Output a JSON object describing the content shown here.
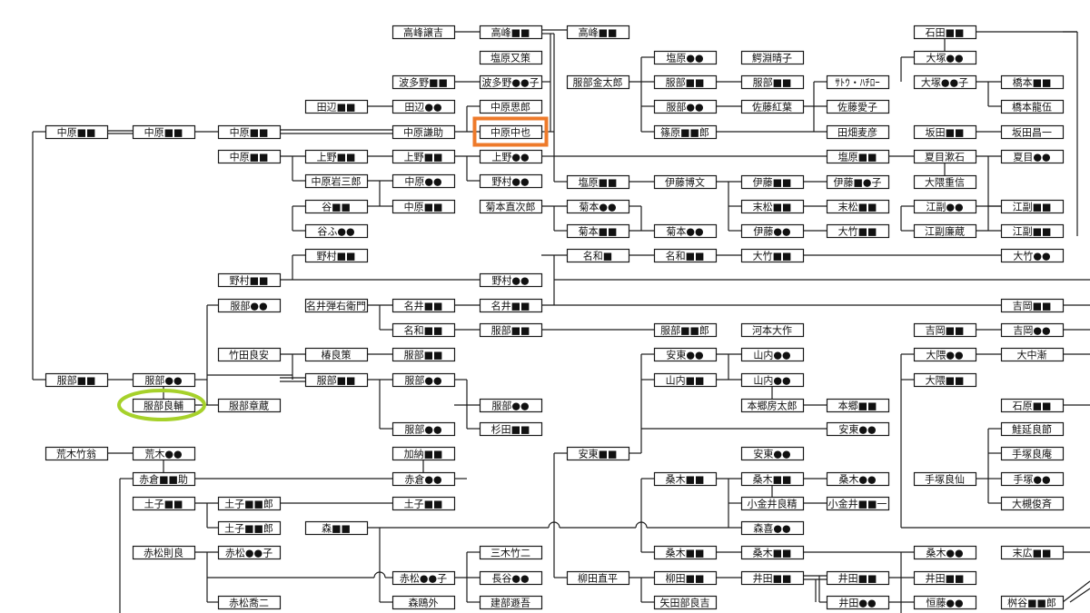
{
  "diagram": {
    "highlight_colors": {
      "orange": "#ee7a2a",
      "green": "#a6d12a"
    },
    "nodes": [
      {
        "id": "n1",
        "text": "高峰譲吉"
      },
      {
        "id": "n2",
        "text": "高峰■■"
      },
      {
        "id": "n3",
        "text": "高峰■■"
      },
      {
        "id": "n4",
        "text": "塩原又策"
      },
      {
        "id": "n5",
        "text": "波多野■■"
      },
      {
        "id": "n6",
        "text": "波多野●●子"
      },
      {
        "id": "n7",
        "text": "田辺■■"
      },
      {
        "id": "n8",
        "text": "田辺●●"
      },
      {
        "id": "n9",
        "text": "中原思郎"
      },
      {
        "id": "n10",
        "text": "中原■■"
      },
      {
        "id": "n11",
        "text": "中原■■"
      },
      {
        "id": "n12",
        "text": "中原■■"
      },
      {
        "id": "n13",
        "text": "中原謙助"
      },
      {
        "id": "n14",
        "text": "中原中也"
      },
      {
        "id": "n15",
        "text": "中原■■"
      },
      {
        "id": "n16",
        "text": "上野■■"
      },
      {
        "id": "n17",
        "text": "上野■■"
      },
      {
        "id": "n18",
        "text": "上野●●"
      },
      {
        "id": "n19",
        "text": "中原岩三郎"
      },
      {
        "id": "n20",
        "text": "中原●●"
      },
      {
        "id": "n21",
        "text": "野村●●"
      },
      {
        "id": "n22",
        "text": "谷■■"
      },
      {
        "id": "n23",
        "text": "中原■■"
      },
      {
        "id": "n24",
        "text": "菊本直次郎"
      },
      {
        "id": "n25",
        "text": "谷ふ●●"
      },
      {
        "id": "n26",
        "text": "野村■■"
      },
      {
        "id": "n27",
        "text": "野村■■"
      },
      {
        "id": "n28",
        "text": "野村●●"
      },
      {
        "id": "n29",
        "text": "服部●●"
      },
      {
        "id": "n30",
        "text": "名井弾右衛門"
      },
      {
        "id": "n31",
        "text": "名井■■"
      },
      {
        "id": "n32",
        "text": "名井■■"
      },
      {
        "id": "n33",
        "text": "名和■■"
      },
      {
        "id": "n34",
        "text": "服部■■"
      },
      {
        "id": "n35",
        "text": "竹田良安"
      },
      {
        "id": "n36",
        "text": "椿良策"
      },
      {
        "id": "n37",
        "text": "服部■■"
      },
      {
        "id": "n38",
        "text": "服部■■"
      },
      {
        "id": "n39",
        "text": "服部●●"
      },
      {
        "id": "n40",
        "text": "服部■■"
      },
      {
        "id": "n41",
        "text": "服部●●"
      },
      {
        "id": "n42",
        "text": "服部良輔"
      },
      {
        "id": "n43",
        "text": "服部章蔵"
      },
      {
        "id": "n44",
        "text": "服部●●"
      },
      {
        "id": "n45",
        "text": "服部●●"
      },
      {
        "id": "n46",
        "text": "杉田■■"
      },
      {
        "id": "n47",
        "text": "荒木竹翁"
      },
      {
        "id": "n48",
        "text": "荒木●●"
      },
      {
        "id": "n49",
        "text": "加納■■"
      },
      {
        "id": "n50",
        "text": "赤倉■■助"
      },
      {
        "id": "n51",
        "text": "赤倉●●"
      },
      {
        "id": "n52",
        "text": "土子■■"
      },
      {
        "id": "n53",
        "text": "土子■■郎"
      },
      {
        "id": "n54",
        "text": "土子■■"
      },
      {
        "id": "n55",
        "text": "土子■■郎"
      },
      {
        "id": "n56",
        "text": "森■■"
      },
      {
        "id": "n57",
        "text": "赤松則良"
      },
      {
        "id": "n58",
        "text": "赤松●●子"
      },
      {
        "id": "n59",
        "text": "三木竹二"
      },
      {
        "id": "n60",
        "text": "赤松●●子"
      },
      {
        "id": "n61",
        "text": "長谷●●"
      },
      {
        "id": "n62",
        "text": "赤松喬二"
      },
      {
        "id": "n63",
        "text": "森鴎外"
      },
      {
        "id": "n64",
        "text": "建部遯吾"
      },
      {
        "id": "n65",
        "text": "塩原●●"
      },
      {
        "id": "n66",
        "text": "鰐淵晴子"
      },
      {
        "id": "n67",
        "text": "服部金太郎"
      },
      {
        "id": "n68",
        "text": "服部■■"
      },
      {
        "id": "n69",
        "text": "服部■■"
      },
      {
        "id": "n70",
        "text": "ｻﾄｳ・ﾊﾁﾛｰ"
      },
      {
        "id": "n71",
        "text": "服部●●"
      },
      {
        "id": "n72",
        "text": "佐藤紅葉"
      },
      {
        "id": "n73",
        "text": "佐藤愛子"
      },
      {
        "id": "n74",
        "text": "篠原■■郎"
      },
      {
        "id": "n75",
        "text": "田畑麦彦"
      },
      {
        "id": "n76",
        "text": "塩原■■"
      },
      {
        "id": "n77",
        "text": "塩原■■"
      },
      {
        "id": "n78",
        "text": "伊藤博文"
      },
      {
        "id": "n79",
        "text": "伊藤■■"
      },
      {
        "id": "n80",
        "text": "伊藤■●子"
      },
      {
        "id": "n81",
        "text": "菊本●●"
      },
      {
        "id": "n82",
        "text": "末松■■"
      },
      {
        "id": "n83",
        "text": "末松■■"
      },
      {
        "id": "n84",
        "text": "菊本■■"
      },
      {
        "id": "n85",
        "text": "菊本●●"
      },
      {
        "id": "n86",
        "text": "伊藤●●"
      },
      {
        "id": "n87",
        "text": "大竹■■"
      },
      {
        "id": "n88",
        "text": "名和■"
      },
      {
        "id": "n89",
        "text": "名和■■"
      },
      {
        "id": "n90",
        "text": "大竹■■"
      },
      {
        "id": "n91",
        "text": "服部■■郎"
      },
      {
        "id": "n92",
        "text": "河本大作"
      },
      {
        "id": "n93",
        "text": "安東●●"
      },
      {
        "id": "n94",
        "text": "山内●●"
      },
      {
        "id": "n95",
        "text": "山内■■"
      },
      {
        "id": "n96",
        "text": "山内●●"
      },
      {
        "id": "n97",
        "text": "本郷房太郎"
      },
      {
        "id": "n98",
        "text": "本郷■■"
      },
      {
        "id": "n99",
        "text": "安東●●"
      },
      {
        "id": "n100",
        "text": "安東■■"
      },
      {
        "id": "n101",
        "text": "安東●●"
      },
      {
        "id": "n102",
        "text": "桑木■■"
      },
      {
        "id": "n103",
        "text": "桑木■■"
      },
      {
        "id": "n104",
        "text": "桑木●●"
      },
      {
        "id": "n105",
        "text": "小金井良精"
      },
      {
        "id": "n106",
        "text": "小金井■■一"
      },
      {
        "id": "n107",
        "text": "森喜●●"
      },
      {
        "id": "n108",
        "text": "桑木■■"
      },
      {
        "id": "n109",
        "text": "桑木■■"
      },
      {
        "id": "n110",
        "text": "桑木●●"
      },
      {
        "id": "n111",
        "text": "柳田直平"
      },
      {
        "id": "n112",
        "text": "柳田■■"
      },
      {
        "id": "n113",
        "text": "井田■■"
      },
      {
        "id": "n114",
        "text": "井田■■"
      },
      {
        "id": "n115",
        "text": "井田■■"
      },
      {
        "id": "n116",
        "text": "矢田部良吉"
      },
      {
        "id": "n117",
        "text": "井田●●"
      },
      {
        "id": "n118",
        "text": "恒藤●●"
      },
      {
        "id": "n119",
        "text": "石田■■"
      },
      {
        "id": "n120",
        "text": "大塚●●"
      },
      {
        "id": "n121",
        "text": "大塚●●子"
      },
      {
        "id": "n122",
        "text": "橋本■■"
      },
      {
        "id": "n123",
        "text": "橋本龍伍"
      },
      {
        "id": "n124",
        "text": "坂田■■"
      },
      {
        "id": "n125",
        "text": "坂田昌一"
      },
      {
        "id": "n126",
        "text": "夏目漱石"
      },
      {
        "id": "n127",
        "text": "夏目●●"
      },
      {
        "id": "n128",
        "text": "大隈重信"
      },
      {
        "id": "n129",
        "text": "江副●●"
      },
      {
        "id": "n130",
        "text": "江副■■"
      },
      {
        "id": "n131",
        "text": "江副廉蔵"
      },
      {
        "id": "n132",
        "text": "江副■■"
      },
      {
        "id": "n133",
        "text": "大竹●●"
      },
      {
        "id": "n134",
        "text": "吉岡■■"
      },
      {
        "id": "n135",
        "text": "吉岡■■"
      },
      {
        "id": "n136",
        "text": "吉岡●●"
      },
      {
        "id": "n137",
        "text": "大隈●●"
      },
      {
        "id": "n138",
        "text": "大中漸"
      },
      {
        "id": "n139",
        "text": "大隈■■"
      },
      {
        "id": "n140",
        "text": "石原■■"
      },
      {
        "id": "n141",
        "text": "鮭延良節"
      },
      {
        "id": "n142",
        "text": "手塚良庵"
      },
      {
        "id": "n143",
        "text": "手塚良仙"
      },
      {
        "id": "n144",
        "text": "手塚●●"
      },
      {
        "id": "n145",
        "text": "大槻俊斉"
      },
      {
        "id": "n146",
        "text": "末広■■"
      },
      {
        "id": "n147",
        "text": "桝谷■■郎"
      }
    ]
  }
}
